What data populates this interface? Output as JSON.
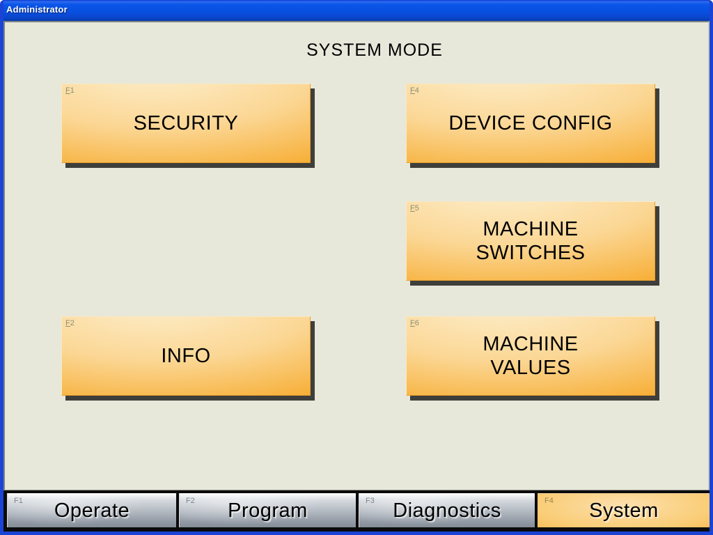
{
  "window": {
    "title": "Administrator"
  },
  "main": {
    "heading": "SYSTEM MODE"
  },
  "mode_buttons": [
    {
      "fkey": "F1",
      "label": "SECURITY",
      "lines": [
        "SECURITY"
      ]
    },
    {
      "fkey": "F4",
      "label": "DEVICE CONFIG",
      "lines": [
        "DEVICE CONFIG"
      ]
    },
    {
      "fkey": "F5",
      "label": "MACHINE SWITCHES",
      "lines": [
        "MACHINE",
        "SWITCHES"
      ]
    },
    {
      "fkey": "F2",
      "label": "INFO",
      "lines": [
        "INFO"
      ]
    },
    {
      "fkey": "F6",
      "label": "MACHINE VALUES",
      "lines": [
        "MACHINE",
        "VALUES"
      ]
    }
  ],
  "tabs": [
    {
      "fkey": "F1",
      "label": "Operate",
      "active": false
    },
    {
      "fkey": "F2",
      "label": "Program",
      "active": false
    },
    {
      "fkey": "F3",
      "label": "Diagnostics",
      "active": false
    },
    {
      "fkey": "F4",
      "label": "System",
      "active": true
    }
  ],
  "colors": {
    "accent_orange": "#F5A423",
    "titlebar_blue": "#0850E0",
    "window_border_blue": "#1B43D6",
    "background_cream": "#E7E8DA",
    "bar_black": "#0B0B0B",
    "tab_gray": "#AEB5BD",
    "button_shadow": "#3E3E3B"
  }
}
